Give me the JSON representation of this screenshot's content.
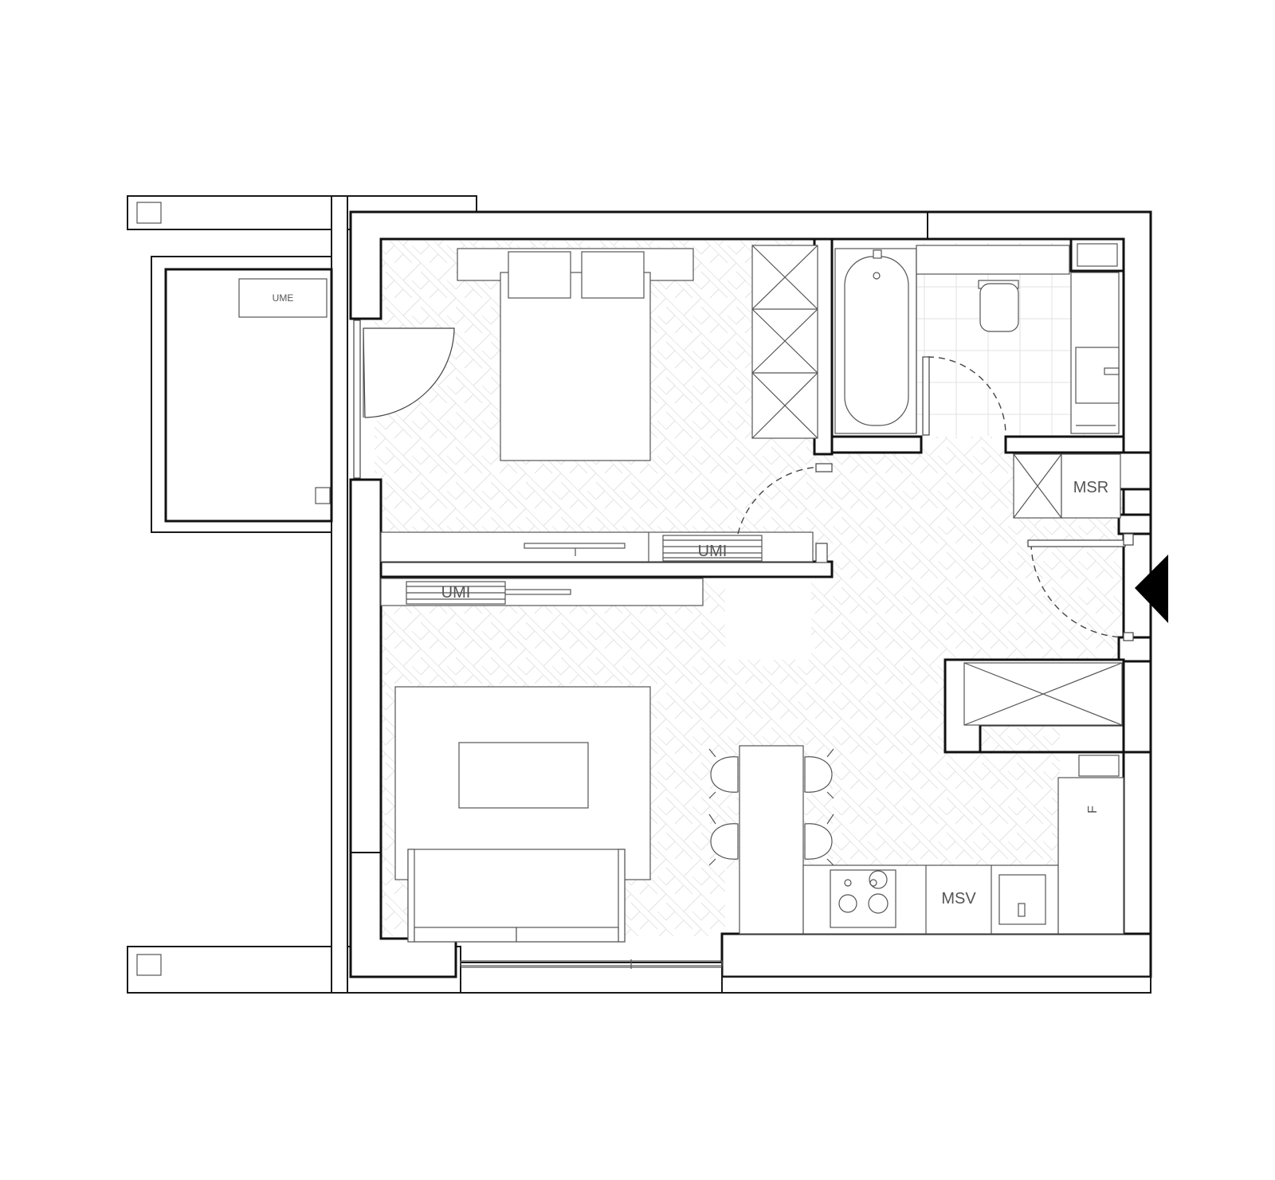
{
  "labels": {
    "ume": "UME",
    "umi_bedroom": "UMI",
    "umi_living": "UMI",
    "msr": "MSR",
    "msv": "MSV",
    "fridge": "F"
  },
  "colors": {
    "wall": "#1a1a1a",
    "fixture": "#555555",
    "floor_pattern": "#dcdcdc",
    "entrance_marker": "#000000"
  },
  "icons": {
    "entrance": "entrance-arrow-icon"
  }
}
